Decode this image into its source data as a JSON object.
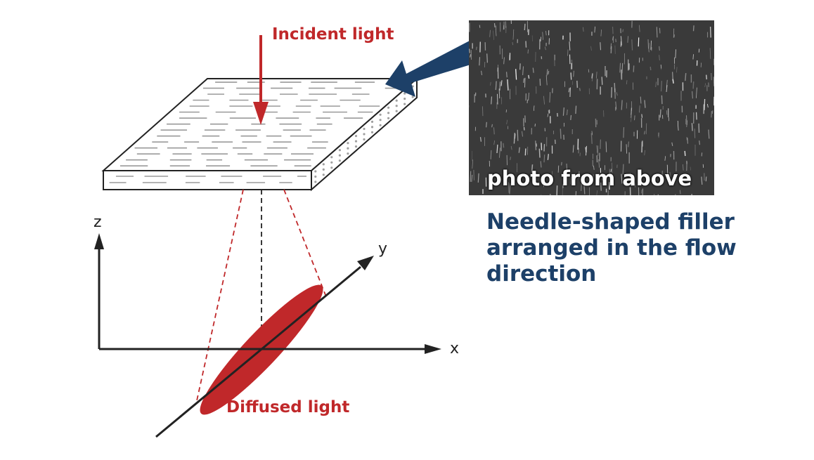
{
  "labels": {
    "incident_light": "Incident light",
    "diffused_light": "Diffused light",
    "axis_z": "z",
    "axis_y": "y",
    "axis_x": "x"
  },
  "photo": {
    "caption": "photo from above"
  },
  "description": "Needle-shaped filler arranged in the flow direction",
  "colors": {
    "red": "#c0282a",
    "navy": "#1d4068",
    "axis": "#222222"
  }
}
